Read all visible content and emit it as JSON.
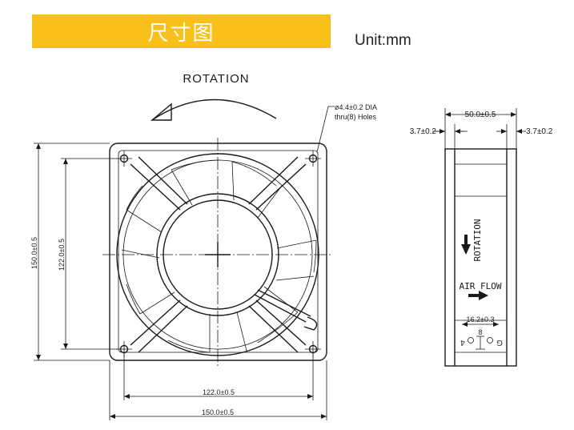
{
  "header": {
    "title": "尺寸图",
    "unit": "Unit:mm"
  },
  "front_view": {
    "rotation_label": "ROTATION",
    "hole_note_line1": "ø4.4±0.2 DIA",
    "hole_note_line2": "thru(8) Holes",
    "dim_bottom_inner": "122.0±0.5",
    "dim_bottom_outer": "150.0±0.5",
    "dim_left_outer": "150.0±0.5",
    "dim_left_inner": "122.0±0.5"
  },
  "side_view": {
    "dim_width": "50.0±0.5",
    "dim_flange_left": "3.7±0.2",
    "dim_flange_right": "3.7±0.2",
    "rotation_label": "ROTATION",
    "airflow_label": "AIR FLOW",
    "dim_inlet": "16.2±0.3",
    "dim_small": "8",
    "dim_small_left": "4",
    "dim_small_right": "G"
  },
  "colors": {
    "banner": "#f9c01a",
    "banner_text": "#ffffff",
    "line": "#1a1a1a"
  }
}
